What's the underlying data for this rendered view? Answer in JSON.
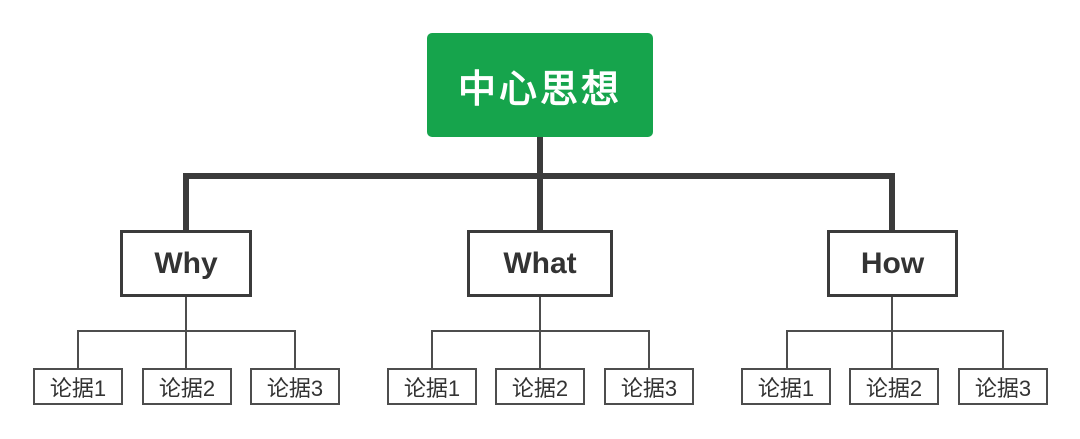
{
  "diagram": {
    "root": {
      "label": "中心思想"
    },
    "branches": [
      {
        "label": "Why",
        "children": [
          {
            "label": "论据1"
          },
          {
            "label": "论据2"
          },
          {
            "label": "论据3"
          }
        ]
      },
      {
        "label": "What",
        "children": [
          {
            "label": "论据1"
          },
          {
            "label": "论据2"
          },
          {
            "label": "论据3"
          }
        ]
      },
      {
        "label": "How",
        "children": [
          {
            "label": "论据1"
          },
          {
            "label": "论据2"
          },
          {
            "label": "论据3"
          }
        ]
      }
    ],
    "colors": {
      "background": "#ffffff",
      "root_fill": "#16a44c",
      "root_text": "#ffffff",
      "node_text": "#333333",
      "node_border_dark": "#3b3b3b",
      "node_border_gray": "#4d4d4d",
      "connector_dark": "#3b3b3b",
      "connector_gray": "#4d4d4d"
    }
  }
}
